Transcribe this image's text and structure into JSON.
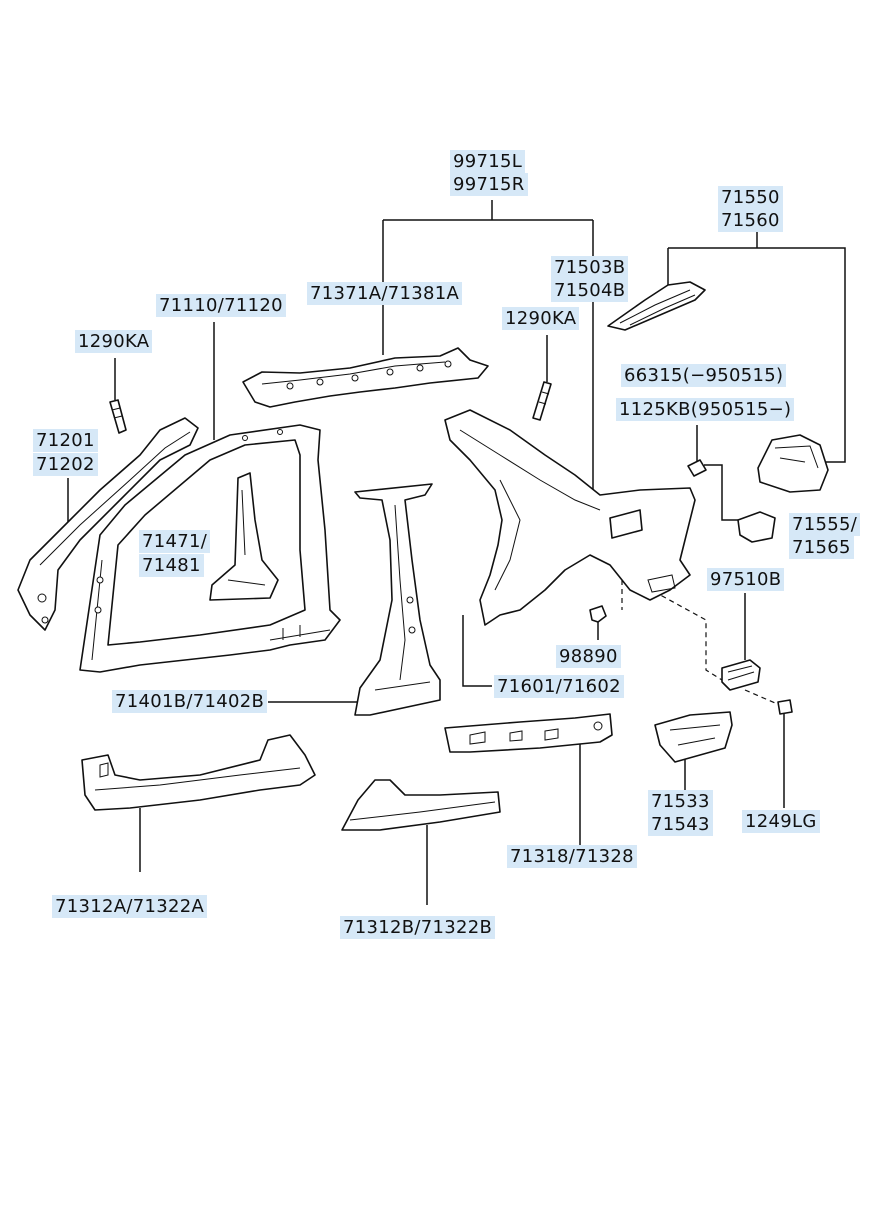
{
  "labels": {
    "l99715": "99715L",
    "r99715": "99715R",
    "a71550": "71550",
    "a71560": "71560",
    "a71503b": "71503B",
    "a71504b": "71504B",
    "a71371": "71371A/71381A",
    "a71110": "71110/71120",
    "a1290ka_left": "1290KA",
    "a1290ka_right": "1290KA",
    "a66315": "66315(−950515)",
    "a1125kb": "1125KB(950515−)",
    "a71201": "71201",
    "a71202": "71202",
    "a71471": "71471/",
    "a71481": "71481",
    "a71555": "71555/",
    "a71565": "71565",
    "a97510b": "97510B",
    "a98890": "98890",
    "a71401b": "71401B/71402B",
    "a71601": "71601/71602",
    "a71533": "71533",
    "a71543": "71543",
    "a1249lg": "1249LG",
    "a71318": "71318/71328",
    "a71312a": "71312A/71322A",
    "a71312b": "71312B/71322B"
  }
}
